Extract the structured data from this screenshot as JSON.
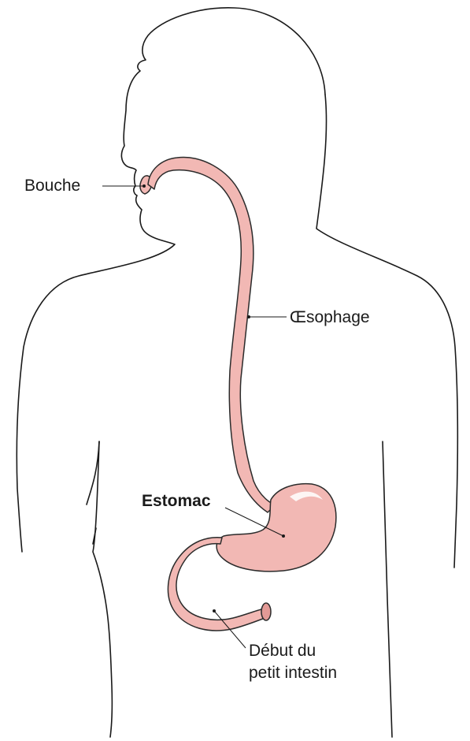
{
  "colors": {
    "organ_fill": "#f2b8b4",
    "organ_shade": "#e39a96",
    "organ_highlight": "#ffffff",
    "outline": "#1a1a1a"
  },
  "labels": {
    "mouth": "Bouche",
    "esophagus": "Œsophage",
    "stomach": "Estomac",
    "small_intestine_line1": "Début du",
    "small_intestine_line2": "petit intestin"
  }
}
